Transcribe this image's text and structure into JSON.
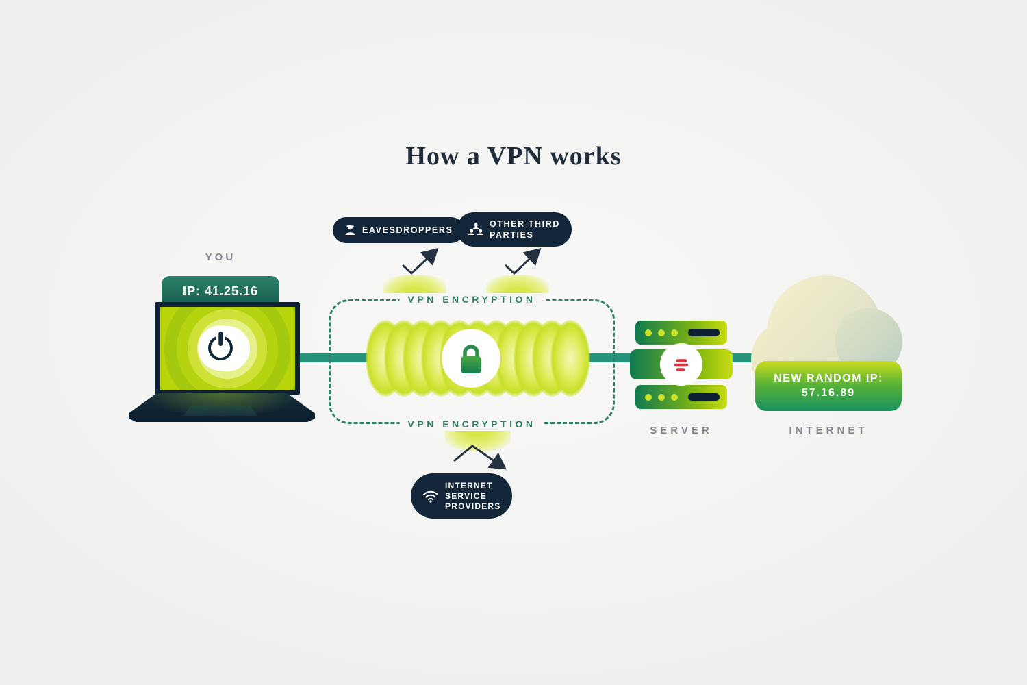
{
  "title": "How a VPN works",
  "you": {
    "label": "YOU",
    "ip": "IP: 41.25.16"
  },
  "tunnel": {
    "top_label": "VPN ENCRYPTION",
    "bottom_label": "VPN ENCRYPTION"
  },
  "threats": [
    {
      "id": "eavesdroppers",
      "icon": "spy-icon",
      "lines": [
        "EAVESDROPPERS"
      ]
    },
    {
      "id": "other-third-parties",
      "icon": "people-icon",
      "lines": [
        "OTHER THIRD",
        "PARTIES"
      ]
    },
    {
      "id": "internet-service-providers",
      "icon": "wifi-icon",
      "lines": [
        "INTERNET",
        "SERVICE",
        "PROVIDERS"
      ]
    }
  ],
  "server": {
    "label": "SERVER",
    "logo_icon": "expressvpn-logo-icon"
  },
  "internet": {
    "label": "INTERNET",
    "new_ip_heading": "NEW RANDOM IP:",
    "new_ip": "57.16.89"
  },
  "icons": {
    "power": "power-icon",
    "lock": "lock-icon"
  },
  "colors": {
    "navy": "#13263a",
    "teal_line": "#27937a",
    "tunnel_dash": "#2f8066",
    "lime": "#c9df2b",
    "green": "#189160",
    "logo_red": "#dd3340",
    "caption_gray": "#82878f",
    "title_ink": "#1e2c3c"
  }
}
